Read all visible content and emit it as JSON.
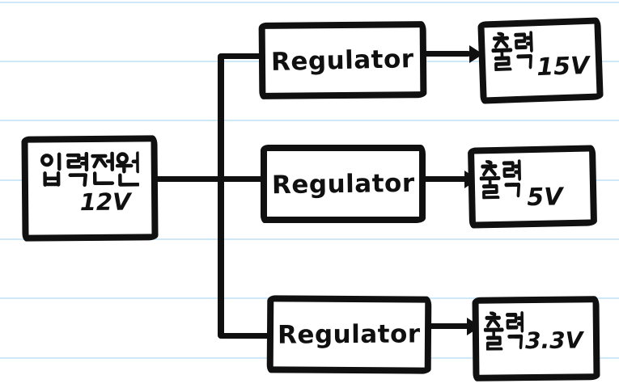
{
  "style": {
    "ink_color": "#101010",
    "paper_color": "#ffffff",
    "ruled_line_color": "#cfe8f8",
    "drawing_style": "hand-drawn marker sketch on ruled notebook paper"
  },
  "diagram": {
    "input_block": {
      "label": "입력전원",
      "value": "12V"
    },
    "regulators": [
      {
        "label": "Regulator"
      },
      {
        "label": "Regulator"
      },
      {
        "label": "Regulator"
      }
    ],
    "outputs": [
      {
        "label": "출력",
        "value": "15V"
      },
      {
        "label": "출력",
        "value": "5V"
      },
      {
        "label": "출력",
        "value": "3.3V"
      }
    ],
    "connections": [
      {
        "from": "input-power-block",
        "to": "regulator-block-top",
        "arrow": false
      },
      {
        "from": "input-power-block",
        "to": "regulator-block-middle",
        "arrow": false
      },
      {
        "from": "input-power-block",
        "to": "regulator-block-bottom",
        "arrow": false
      },
      {
        "from": "regulator-block-top",
        "to": "output-block-15v",
        "arrow": true
      },
      {
        "from": "regulator-block-middle",
        "to": "output-block-5v",
        "arrow": true
      },
      {
        "from": "regulator-block-bottom",
        "to": "output-block-3-3v",
        "arrow": true
      }
    ]
  }
}
